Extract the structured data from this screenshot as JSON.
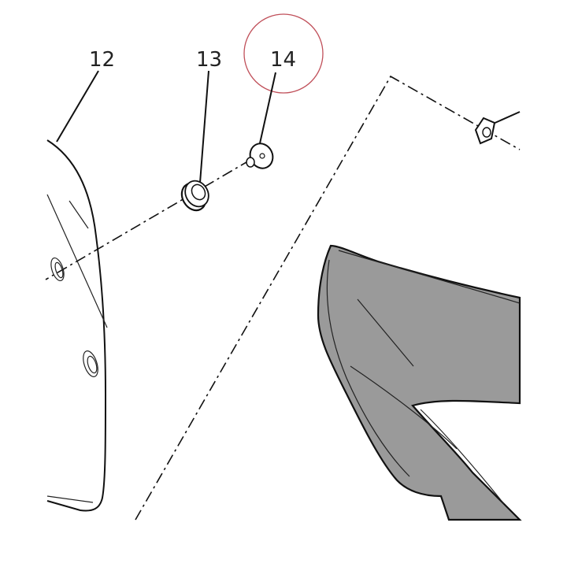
{
  "callouts": {
    "part_12": "12",
    "part_13": "13",
    "part_14": "14"
  },
  "colors": {
    "panel_fill": "#9a9a9a",
    "highlight_circle": "#c0505a",
    "line": "#111111"
  }
}
